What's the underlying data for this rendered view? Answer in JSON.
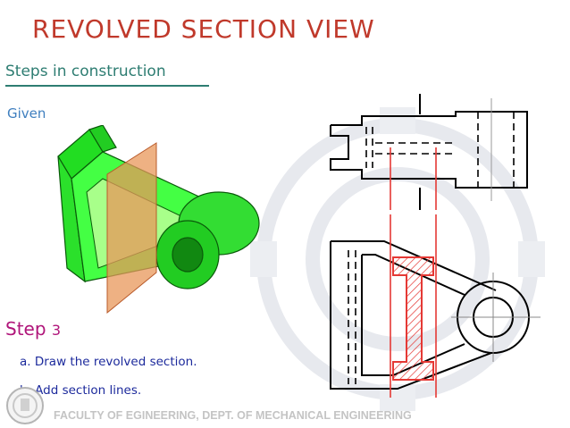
{
  "title": "REVOLVED  SECTION  VIEW",
  "subtitle": "Steps in construction",
  "given_label": "Given",
  "step": {
    "word": "Step",
    "number": "3"
  },
  "instructions": [
    "a.  Draw the revolved section.",
    "b.  Add section lines."
  ],
  "footer": "FACULTY  OF EGINEERING, DEPT. OF MECHANICAL ENGINEERING",
  "colors": {
    "title": "#c0392b",
    "subtitle": "#2e7d72",
    "step": "#b0157a",
    "instructions": "#1c2a9c",
    "model_green": "#33ee33",
    "cutting_plane": "#e8975a",
    "section_red": "#e53935"
  }
}
